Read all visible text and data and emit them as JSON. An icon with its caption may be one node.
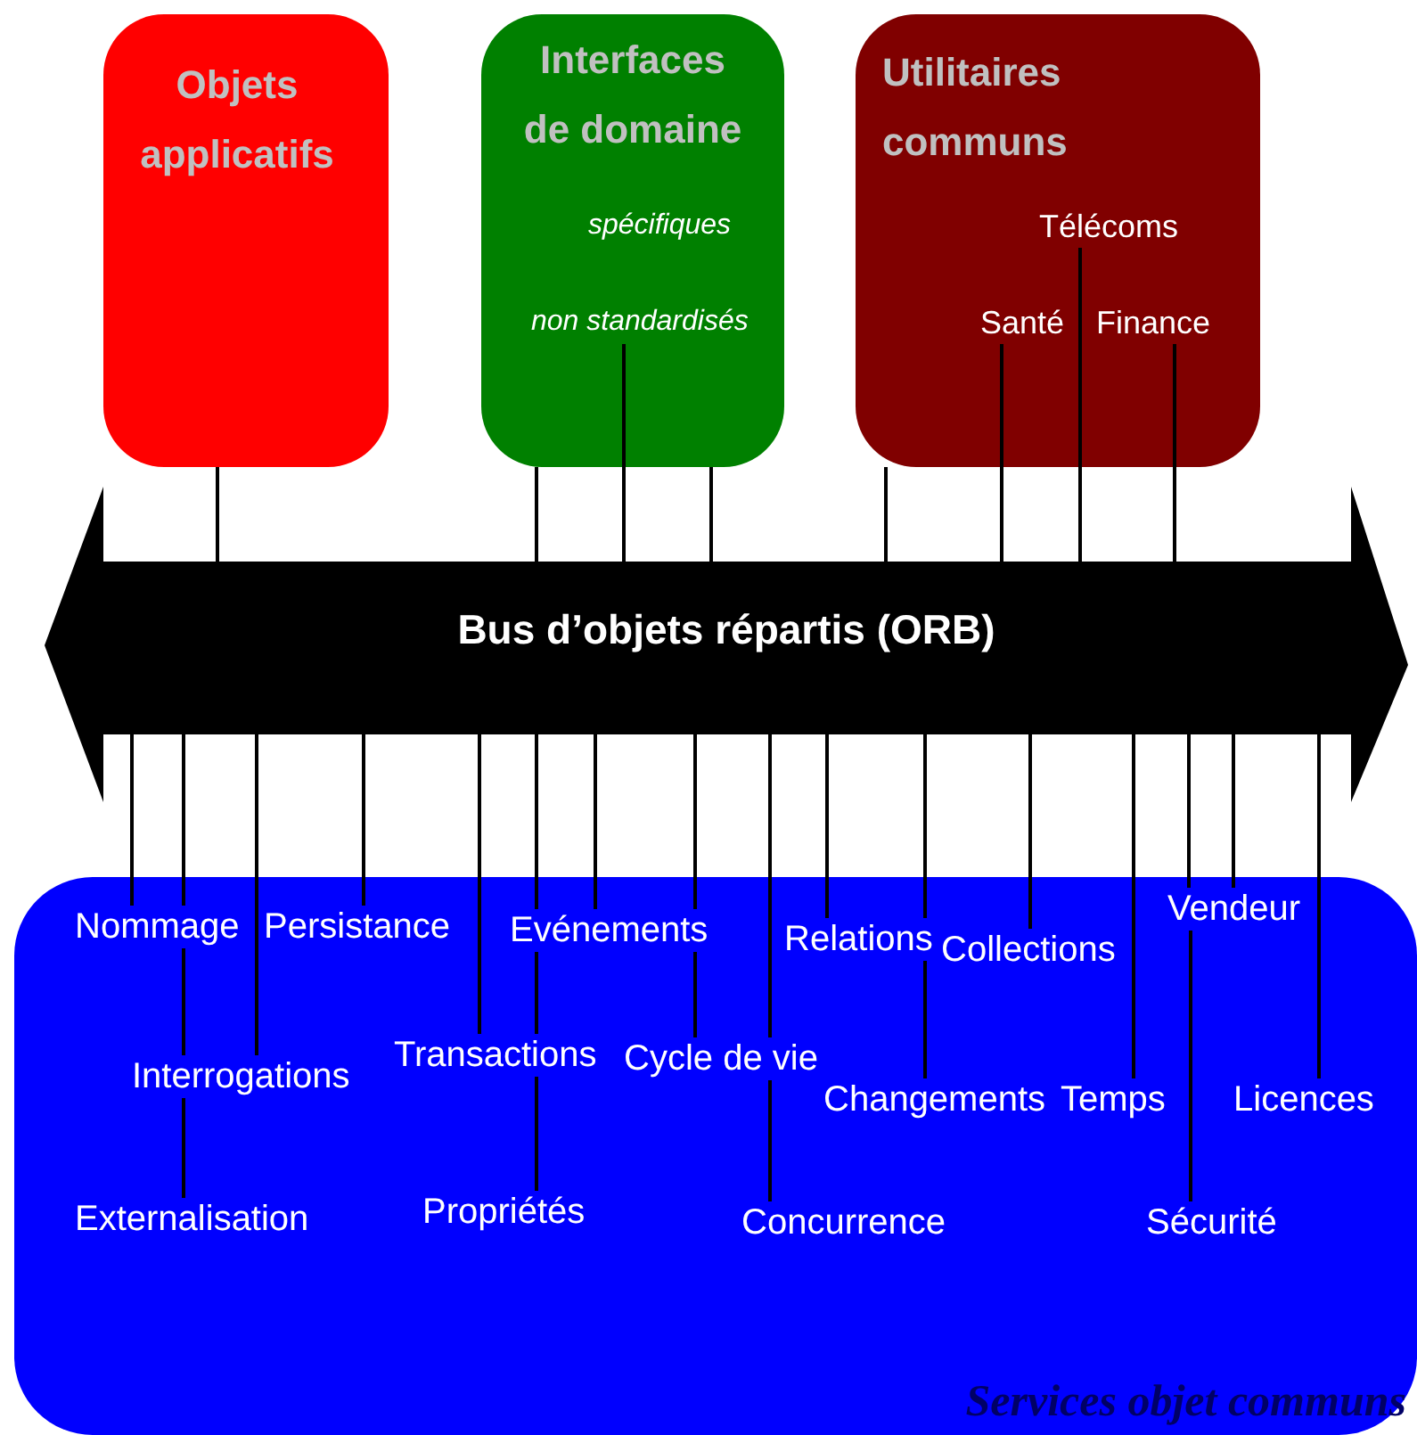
{
  "diagram": {
    "nodes": [
      {
        "text": [
          "Objets applicatifs"
        ]
      },
      {
        "text": [
          "Interfaces de domaine"
        ]
      },
      {
        "text": [
          "spécifiques"
        ],
        "in": 1
      },
      {
        "text": [
          "non standardisés"
        ],
        "in": 1
      },
      {
        "text": [
          "Utilitaires communs"
        ]
      },
      {
        "text": [
          "Télécoms"
        ],
        "in": 4
      },
      {
        "text": [
          "Santé"
        ],
        "in": 4
      },
      {
        "text": [
          "Finance"
        ],
        "in": 4
      },
      {
        "text": [
          "Bus d’objets répartis (ORB)"
        ]
      },
      {
        "text": [
          "Services objet communs"
        ]
      },
      {
        "text": [
          "Nommage"
        ],
        "in": 9
      },
      {
        "text": [
          "Persistance"
        ],
        "in": 9
      },
      {
        "text": [
          "Evénements"
        ],
        "in": 9
      },
      {
        "text": [
          "Relations"
        ],
        "in": 9
      },
      {
        "text": [
          "Collections"
        ],
        "in": 9
      },
      {
        "text": [
          "Vendeur"
        ],
        "in": 9
      },
      {
        "text": [
          "Interrogations"
        ],
        "in": 9
      },
      {
        "text": [
          "Transactions"
        ],
        "in": 9
      },
      {
        "text": [
          "Cycle de vie"
        ],
        "in": 9
      },
      {
        "text": [
          "Changements"
        ],
        "in": 9
      },
      {
        "text": [
          "Temps"
        ],
        "in": 9
      },
      {
        "text": [
          "Licences"
        ],
        "in": 9
      },
      {
        "text": [
          "Externalisation"
        ],
        "in": 9
      },
      {
        "text": [
          "Propriétés"
        ],
        "in": 9
      },
      {
        "text": [
          "Concurrence"
        ],
        "in": 9
      },
      {
        "text": [
          "Sécurité"
        ],
        "in": 9
      }
    ],
    "edges": [
      {
        "from": 8,
        "to": 0,
        "arrow": "none"
      },
      {
        "from": 8,
        "to": 1,
        "arrow": "none"
      },
      {
        "from": 8,
        "to": 3,
        "arrow": "none"
      },
      {
        "from": 8,
        "to": 1,
        "arrow": "none"
      },
      {
        "from": 8,
        "to": 4,
        "arrow": "none"
      },
      {
        "from": 8,
        "to": 6,
        "arrow": "none"
      },
      {
        "from": 8,
        "to": 5,
        "arrow": "none"
      },
      {
        "from": 8,
        "to": 7,
        "arrow": "none"
      },
      {
        "from": 8,
        "to": 10,
        "arrow": "none"
      },
      {
        "from": 8,
        "to": 10,
        "arrow": "none"
      },
      {
        "from": 10,
        "to": 16,
        "arrow": "none"
      },
      {
        "from": 16,
        "to": 22,
        "arrow": "none"
      },
      {
        "from": 8,
        "to": 16,
        "arrow": "none"
      },
      {
        "from": 8,
        "to": 11,
        "arrow": "none"
      },
      {
        "from": 8,
        "to": 17,
        "arrow": "none"
      },
      {
        "from": 8,
        "to": 12,
        "arrow": "none"
      },
      {
        "from": 12,
        "to": 17,
        "arrow": "none"
      },
      {
        "from": 17,
        "to": 23,
        "arrow": "none"
      },
      {
        "from": 8,
        "to": 12,
        "arrow": "none"
      },
      {
        "from": 8,
        "to": 12,
        "arrow": "none"
      },
      {
        "from": 12,
        "to": 18,
        "arrow": "none"
      },
      {
        "from": 8,
        "to": 18,
        "arrow": "none"
      },
      {
        "from": 18,
        "to": 24,
        "arrow": "none"
      },
      {
        "from": 8,
        "to": 13,
        "arrow": "none"
      },
      {
        "from": 8,
        "to": 13,
        "arrow": "none"
      },
      {
        "from": 13,
        "to": 19,
        "arrow": "none"
      },
      {
        "from": 8,
        "to": 14,
        "arrow": "none"
      },
      {
        "from": 8,
        "to": 20,
        "arrow": "none"
      },
      {
        "from": 8,
        "to": 15,
        "arrow": "none"
      },
      {
        "from": 8,
        "to": 15,
        "arrow": "none"
      },
      {
        "from": 15,
        "to": 25,
        "arrow": "none"
      },
      {
        "from": 8,
        "to": 21,
        "arrow": "none"
      }
    ]
  }
}
